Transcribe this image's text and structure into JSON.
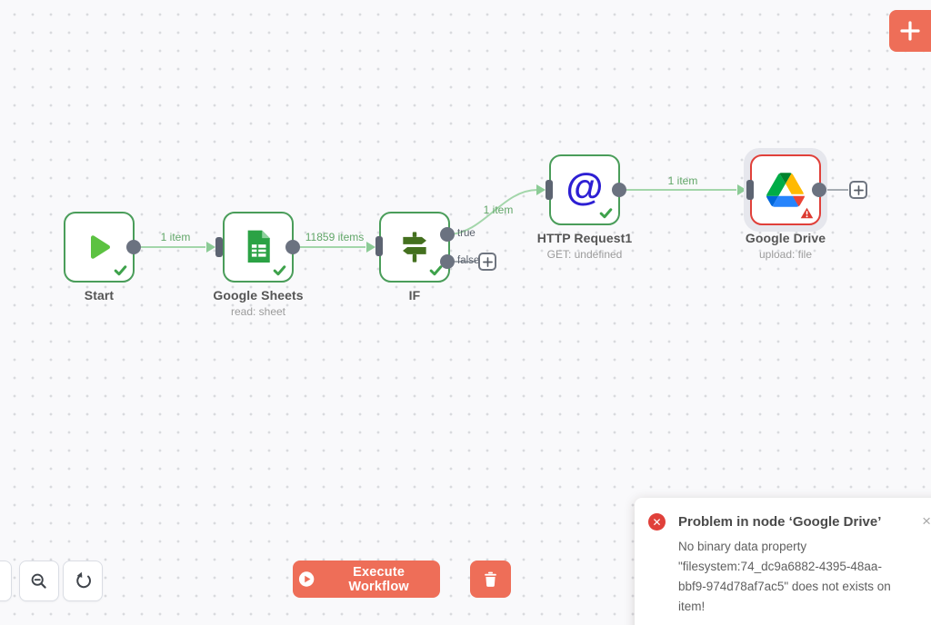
{
  "colors": {
    "accent": "#ee6e58",
    "node-green": "#4a9d5a",
    "wire-green": "#a3d6aa",
    "label-green": "#61a668",
    "error-red": "#e0403a",
    "port-gray": "#6b7280"
  },
  "nodes": [
    {
      "title": "Start",
      "subtitle": "",
      "status": "success"
    },
    {
      "title": "Google Sheets",
      "subtitle": "read: sheet",
      "status": "success"
    },
    {
      "title": "IF",
      "subtitle": "",
      "status": "success"
    },
    {
      "title": "HTTP Request1",
      "subtitle": "GET: undefined",
      "status": "success"
    },
    {
      "title": "Google Drive",
      "subtitle": "upload: file",
      "status": "error"
    }
  ],
  "connections": [
    {
      "from": "Start",
      "to": "Google Sheets",
      "label": "1 item"
    },
    {
      "from": "Google Sheets",
      "to": "IF",
      "label": "11859 items"
    },
    {
      "from": "IF (true)",
      "to": "HTTP Request1",
      "label": "1 item"
    },
    {
      "from": "HTTP Request1",
      "to": "Google Drive",
      "label": "1 item"
    }
  ],
  "ports": {
    "true_label": "true",
    "false_label": "false"
  },
  "toolbar": {
    "execute_label": "Execute Workflow"
  },
  "toast": {
    "title": "Problem in node ‘Google Drive’",
    "body": "No binary data property \"filesystem:74_dc9a6882-4395-48aa-bbf9-974d78af7ac5\" does not exists on item!",
    "close_label": "×"
  },
  "icons": {
    "top_right": "add-node-plus",
    "bottom_left": [
      "zoom-in",
      "zoom-out",
      "reset-zoom"
    ],
    "node_icons": [
      "play",
      "spreadsheet",
      "map-signs",
      "at-sign",
      "google-drive-logo"
    ]
  }
}
